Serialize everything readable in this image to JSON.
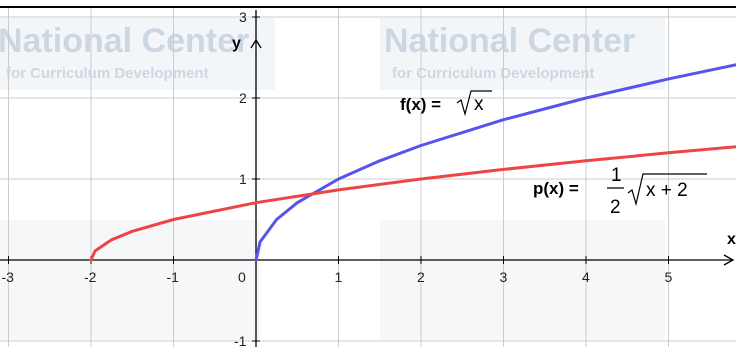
{
  "chart_data": {
    "type": "line",
    "title": "",
    "xlabel": "x",
    "ylabel": "y",
    "xlim": [
      -3,
      5.9
    ],
    "ylim": [
      -1.05,
      3.0
    ],
    "grid": true,
    "x_ticks": [
      {
        "v": -3,
        "label": "-3"
      },
      {
        "v": -2,
        "label": "-2"
      },
      {
        "v": -1,
        "label": "-1"
      },
      {
        "v": 0,
        "label": "0"
      },
      {
        "v": 1,
        "label": "1"
      },
      {
        "v": 2,
        "label": "2"
      },
      {
        "v": 3,
        "label": "3"
      },
      {
        "v": 4,
        "label": "4"
      },
      {
        "v": 5,
        "label": "5"
      }
    ],
    "y_ticks": [
      {
        "v": -1,
        "label": "-1"
      },
      {
        "v": 1,
        "label": "1"
      },
      {
        "v": 2,
        "label": "2"
      },
      {
        "v": 3,
        "label": "3"
      }
    ],
    "series": [
      {
        "name": "f(x) = √x",
        "color": "#5555ee",
        "x": [
          0,
          0.05,
          0.25,
          0.5,
          1,
          1.5,
          2,
          3,
          4,
          5,
          5.9
        ],
        "y": [
          0,
          0.224,
          0.5,
          0.707,
          1,
          1.225,
          1.414,
          1.732,
          2,
          2.236,
          2.429
        ]
      },
      {
        "name": "p(x) = ½√(x + 2)",
        "color": "#ee4444",
        "x": [
          -2,
          -1.95,
          -1.75,
          -1.5,
          -1,
          0,
          1,
          2,
          3,
          4,
          5,
          5.9
        ],
        "y": [
          0,
          0.112,
          0.25,
          0.354,
          0.5,
          0.707,
          0.866,
          1,
          1.118,
          1.225,
          1.323,
          1.405
        ]
      }
    ]
  },
  "labels": {
    "f_name": "f(x) =",
    "f_radicand": "x",
    "p_name": "p(x) =",
    "p_num": "1",
    "p_den": "2",
    "p_radicand": "x + 2"
  },
  "watermark": {
    "title": "National Center",
    "subtitle": "for Curriculum Development"
  },
  "colors": {
    "grid": "#cccccc",
    "axis": "#000000",
    "f": "#5555ee",
    "p": "#ee4444"
  }
}
